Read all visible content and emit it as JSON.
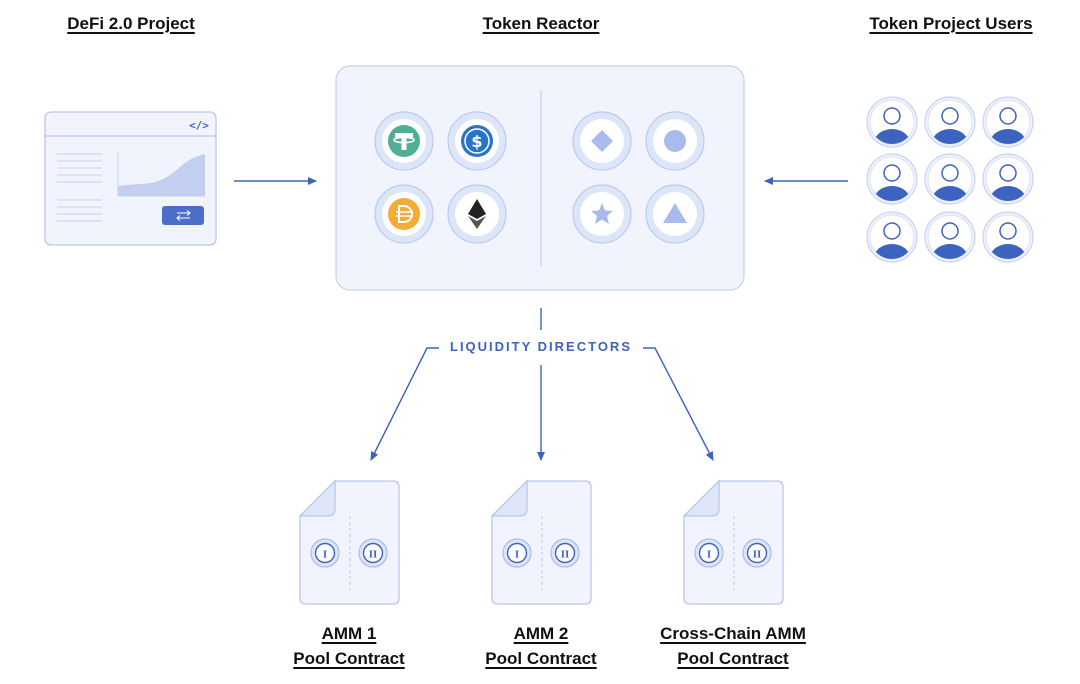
{
  "titles": {
    "left": "DeFi 2.0 Project",
    "center": "Token Reactor",
    "right": "Token Project Users"
  },
  "browser_icon": "</>",
  "directors_label": "LIQUIDITY DIRECTORS",
  "tokens_left": [
    "tether-icon",
    "usdc-icon",
    "dai-icon",
    "ethereum-icon"
  ],
  "tokens_right": [
    "diamond-icon",
    "circle-icon",
    "star-icon",
    "triangle-icon"
  ],
  "pool_slots": [
    "I",
    "II"
  ],
  "pools": [
    {
      "line1": "AMM 1",
      "line2": "Pool Contract"
    },
    {
      "line1": "AMM 2",
      "line2": "Pool Contract"
    },
    {
      "line1": "Cross-Chain AMM",
      "line2": "Pool Contract"
    }
  ],
  "colors": {
    "accent": "#3c63c0",
    "panel_bg": "#f1f4fc",
    "panel_border": "#c9d3ee",
    "tether": "#4fae93",
    "usdc": "#2775ca",
    "dai": "#f5ac37",
    "eth": "#222222"
  }
}
